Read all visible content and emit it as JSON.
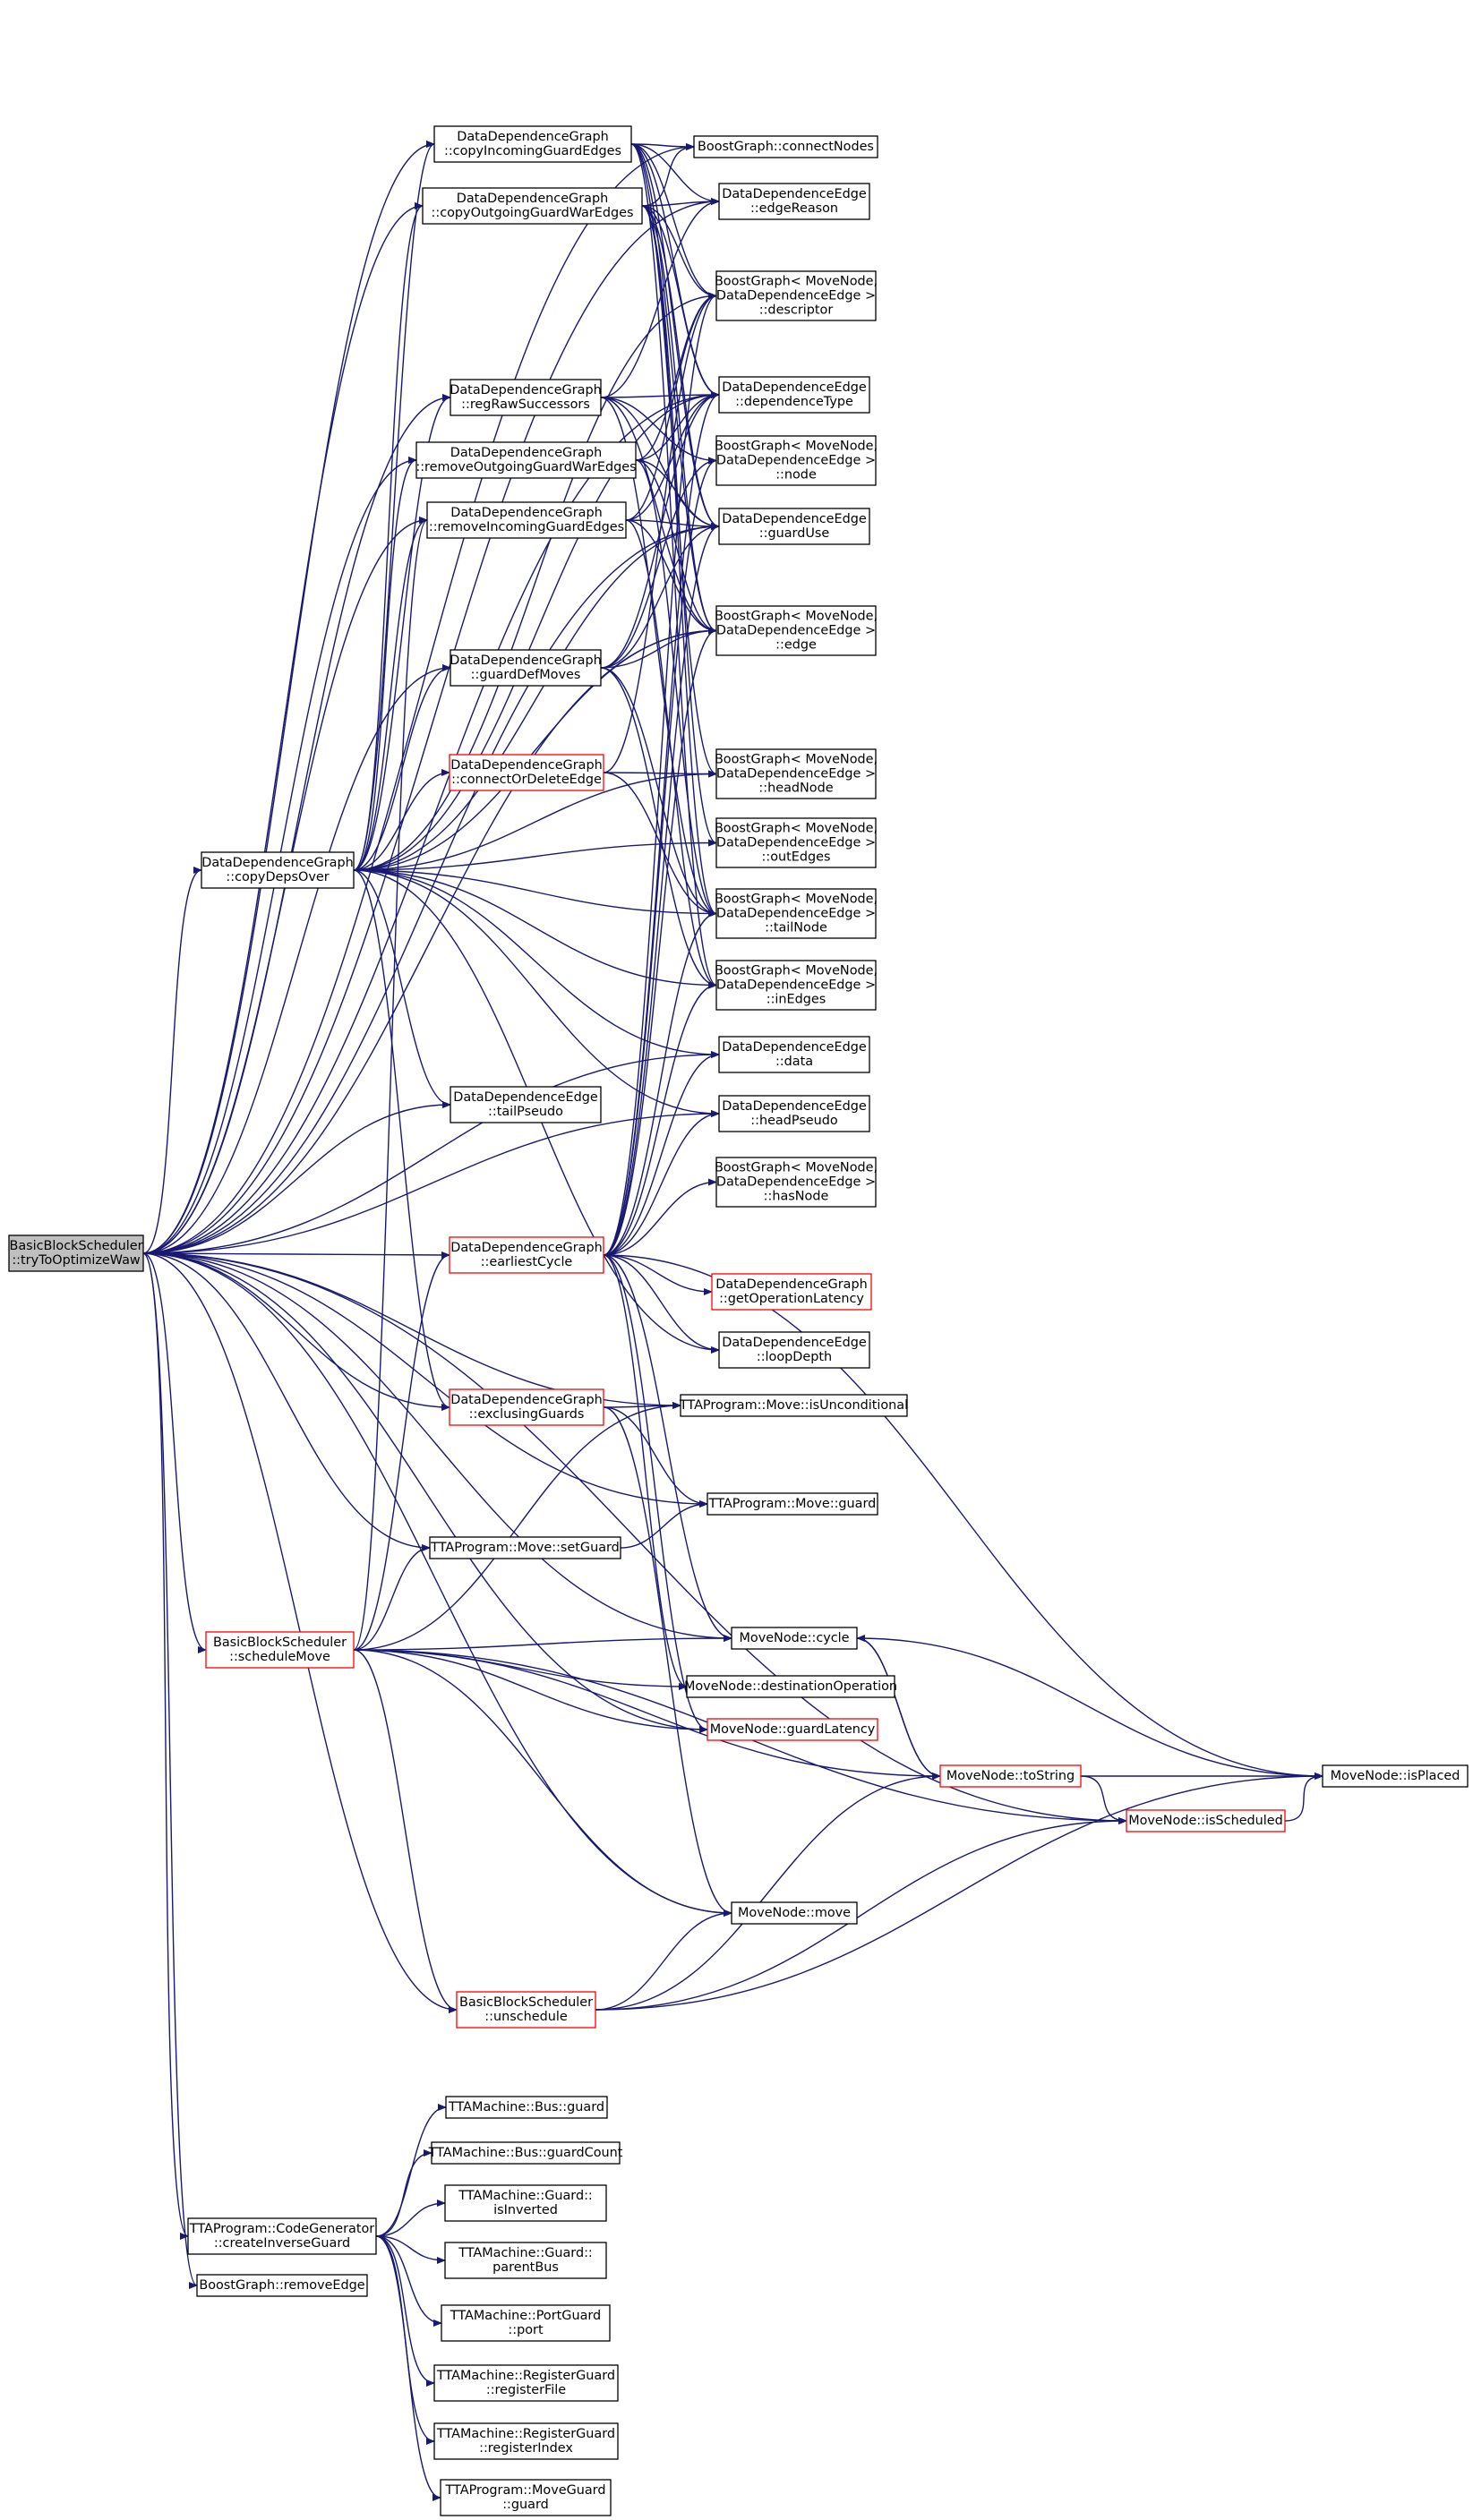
{
  "colors": {
    "edge": "#191970",
    "node_border": "#000000",
    "node_border_truncated": "#ff0000",
    "root_fill": "#bfbfbf",
    "node_fill": "#ffffff"
  },
  "root_node": "root",
  "nodes": [
    {
      "id": "root",
      "lines": [
        "BasicBlockScheduler",
        "::tryToOptimizeWaw"
      ],
      "style": "root"
    },
    {
      "id": "ddg-copyDepsOver",
      "lines": [
        "DataDependenceGraph",
        "::copyDepsOver"
      ],
      "style": "normal"
    },
    {
      "id": "ddg-copyIncomingGuardEdges",
      "lines": [
        "DataDependenceGraph",
        "::copyIncomingGuardEdges"
      ],
      "style": "normal"
    },
    {
      "id": "ddg-copyOutgoingGuardWarEdges",
      "lines": [
        "DataDependenceGraph",
        "::copyOutgoingGuardWarEdges"
      ],
      "style": "normal"
    },
    {
      "id": "ddg-regRawSuccessors",
      "lines": [
        "DataDependenceGraph",
        "::regRawSuccessors"
      ],
      "style": "normal"
    },
    {
      "id": "ddg-removeOutgoingGuardWarEdges",
      "lines": [
        "DataDependenceGraph",
        "::removeOutgoingGuardWarEdges"
      ],
      "style": "normal"
    },
    {
      "id": "ddg-removeIncomingGuardEdges",
      "lines": [
        "DataDependenceGraph",
        "::removeIncomingGuardEdges"
      ],
      "style": "normal"
    },
    {
      "id": "ddg-guardDefMoves",
      "lines": [
        "DataDependenceGraph",
        "::guardDefMoves"
      ],
      "style": "normal"
    },
    {
      "id": "ddg-connectOrDeleteEdge",
      "lines": [
        "DataDependenceGraph",
        "::connectOrDeleteEdge"
      ],
      "style": "truncated"
    },
    {
      "id": "dde-tailPseudo",
      "lines": [
        "DataDependenceEdge",
        "::tailPseudo"
      ],
      "style": "normal"
    },
    {
      "id": "ddg-earliestCycle",
      "lines": [
        "DataDependenceGraph",
        "::earliestCycle"
      ],
      "style": "truncated"
    },
    {
      "id": "ddg-exclusingGuards",
      "lines": [
        "DataDependenceGraph",
        "::exclusingGuards"
      ],
      "style": "truncated"
    },
    {
      "id": "move-setGuard",
      "lines": [
        "TTAProgram::Move::setGuard"
      ],
      "style": "normal"
    },
    {
      "id": "bbs-scheduleMove",
      "lines": [
        "BasicBlockScheduler",
        "::scheduleMove"
      ],
      "style": "truncated"
    },
    {
      "id": "bbs-unschedule",
      "lines": [
        "BasicBlockScheduler",
        "::unschedule"
      ],
      "style": "truncated"
    },
    {
      "id": "cg-createInverseGuard",
      "lines": [
        "TTAProgram::CodeGenerator",
        "::createInverseGuard"
      ],
      "style": "normal"
    },
    {
      "id": "bg-removeEdge",
      "lines": [
        "BoostGraph::removeEdge"
      ],
      "style": "normal"
    },
    {
      "id": "bg-connectNodes",
      "lines": [
        "BoostGraph::connectNodes"
      ],
      "style": "normal"
    },
    {
      "id": "dde-edgeReason",
      "lines": [
        "DataDependenceEdge",
        "::edgeReason"
      ],
      "style": "normal"
    },
    {
      "id": "bg-descriptor",
      "lines": [
        "BoostGraph< MoveNode,",
        "DataDependenceEdge >",
        "::descriptor"
      ],
      "style": "normal"
    },
    {
      "id": "dde-dependenceType",
      "lines": [
        "DataDependenceEdge",
        "::dependenceType"
      ],
      "style": "normal"
    },
    {
      "id": "bg-node",
      "lines": [
        "BoostGraph< MoveNode,",
        "DataDependenceEdge >",
        "::node"
      ],
      "style": "normal"
    },
    {
      "id": "dde-guardUse",
      "lines": [
        "DataDependenceEdge",
        "::guardUse"
      ],
      "style": "normal"
    },
    {
      "id": "bg-edge",
      "lines": [
        "BoostGraph< MoveNode,",
        "DataDependenceEdge >",
        "::edge"
      ],
      "style": "normal"
    },
    {
      "id": "bg-headNode",
      "lines": [
        "BoostGraph< MoveNode,",
        "DataDependenceEdge >",
        "::headNode"
      ],
      "style": "normal"
    },
    {
      "id": "bg-outEdges",
      "lines": [
        "BoostGraph< MoveNode,",
        "DataDependenceEdge >",
        "::outEdges"
      ],
      "style": "normal"
    },
    {
      "id": "bg-tailNode",
      "lines": [
        "BoostGraph< MoveNode,",
        "DataDependenceEdge >",
        "::tailNode"
      ],
      "style": "normal"
    },
    {
      "id": "bg-inEdges",
      "lines": [
        "BoostGraph< MoveNode,",
        "DataDependenceEdge >",
        "::inEdges"
      ],
      "style": "normal"
    },
    {
      "id": "dde-data",
      "lines": [
        "DataDependenceEdge",
        "::data"
      ],
      "style": "normal"
    },
    {
      "id": "dde-headPseudo",
      "lines": [
        "DataDependenceEdge",
        "::headPseudo"
      ],
      "style": "normal"
    },
    {
      "id": "bg-hasNode",
      "lines": [
        "BoostGraph< MoveNode,",
        "DataDependenceEdge >",
        "::hasNode"
      ],
      "style": "normal"
    },
    {
      "id": "ddg-getOperationLatency",
      "lines": [
        "DataDependenceGraph",
        "::getOperationLatency"
      ],
      "style": "truncated"
    },
    {
      "id": "dde-loopDepth",
      "lines": [
        "DataDependenceEdge",
        "::loopDepth"
      ],
      "style": "normal"
    },
    {
      "id": "move-isUnconditional",
      "lines": [
        "TTAProgram::Move::isUnconditional"
      ],
      "style": "normal"
    },
    {
      "id": "move-guard",
      "lines": [
        "TTAProgram::Move::guard"
      ],
      "style": "normal"
    },
    {
      "id": "mn-cycle",
      "lines": [
        "MoveNode::cycle"
      ],
      "style": "normal"
    },
    {
      "id": "mn-destinationOperation",
      "lines": [
        "MoveNode::destinationOperation"
      ],
      "style": "normal"
    },
    {
      "id": "mn-guardLatency",
      "lines": [
        "MoveNode::guardLatency"
      ],
      "style": "truncated"
    },
    {
      "id": "mn-toString",
      "lines": [
        "MoveNode::toString"
      ],
      "style": "truncated"
    },
    {
      "id": "mn-isScheduled",
      "lines": [
        "MoveNode::isScheduled"
      ],
      "style": "truncated"
    },
    {
      "id": "mn-isPlaced",
      "lines": [
        "MoveNode::isPlaced"
      ],
      "style": "normal"
    },
    {
      "id": "mn-move",
      "lines": [
        "MoveNode::move"
      ],
      "style": "normal"
    },
    {
      "id": "bus-guard",
      "lines": [
        "TTAMachine::Bus::guard"
      ],
      "style": "normal"
    },
    {
      "id": "bus-guardCount",
      "lines": [
        "TTAMachine::Bus::guardCount"
      ],
      "style": "normal"
    },
    {
      "id": "guard-isInverted",
      "lines": [
        "TTAMachine::Guard::",
        "isInverted"
      ],
      "style": "normal"
    },
    {
      "id": "guard-parentBus",
      "lines": [
        "TTAMachine::Guard::",
        "parentBus"
      ],
      "style": "normal"
    },
    {
      "id": "pg-port",
      "lines": [
        "TTAMachine::PortGuard",
        "::port"
      ],
      "style": "normal"
    },
    {
      "id": "rg-registerFile",
      "lines": [
        "TTAMachine::RegisterGuard",
        "::registerFile"
      ],
      "style": "normal"
    },
    {
      "id": "rg-registerIndex",
      "lines": [
        "TTAMachine::RegisterGuard",
        "::registerIndex"
      ],
      "style": "normal"
    },
    {
      "id": "mg-guard",
      "lines": [
        "TTAProgram::MoveGuard",
        "::guard"
      ],
      "style": "normal"
    }
  ],
  "edges": [
    [
      "root",
      "bg-connectNodes"
    ],
    [
      "root",
      "ddg-copyIncomingGuardEdges"
    ],
    [
      "root",
      "dde-edgeReason"
    ],
    [
      "root",
      "ddg-copyOutgoingGuardWarEdges"
    ],
    [
      "root",
      "dde-dependenceType"
    ],
    [
      "root",
      "ddg-regRawSuccessors"
    ],
    [
      "root",
      "ddg-removeOutgoingGuardWarEdges"
    ],
    [
      "root",
      "ddg-removeIncomingGuardEdges"
    ],
    [
      "root",
      "dde-guardUse"
    ],
    [
      "root",
      "ddg-guardDefMoves"
    ],
    [
      "root",
      "bg-edge"
    ],
    [
      "root",
      "ddg-copyDepsOver"
    ],
    [
      "root",
      "dde-tailPseudo"
    ],
    [
      "root",
      "dde-data"
    ],
    [
      "root",
      "dde-headPseudo"
    ],
    [
      "root",
      "ddg-earliestCycle"
    ],
    [
      "root",
      "ddg-exclusingGuards"
    ],
    [
      "root",
      "move-isUnconditional"
    ],
    [
      "root",
      "move-guard"
    ],
    [
      "root",
      "move-setGuard"
    ],
    [
      "root",
      "mn-cycle"
    ],
    [
      "root",
      "bbs-scheduleMove"
    ],
    [
      "root",
      "mn-guardLatency"
    ],
    [
      "root",
      "mn-move"
    ],
    [
      "root",
      "bbs-unschedule"
    ],
    [
      "root",
      "mn-isScheduled"
    ],
    [
      "root",
      "cg-createInverseGuard"
    ],
    [
      "root",
      "bg-removeEdge"
    ],
    [
      "ddg-copyIncomingGuardEdges",
      "bg-connectNodes"
    ],
    [
      "ddg-copyIncomingGuardEdges",
      "dde-edgeReason"
    ],
    [
      "ddg-copyIncomingGuardEdges",
      "bg-descriptor"
    ],
    [
      "ddg-copyIncomingGuardEdges",
      "dde-dependenceType"
    ],
    [
      "ddg-copyIncomingGuardEdges",
      "dde-guardUse"
    ],
    [
      "ddg-copyIncomingGuardEdges",
      "bg-edge"
    ],
    [
      "ddg-copyIncomingGuardEdges",
      "bg-headNode"
    ],
    [
      "ddg-copyIncomingGuardEdges",
      "bg-inEdges"
    ],
    [
      "ddg-copyOutgoingGuardWarEdges",
      "bg-connectNodes"
    ],
    [
      "ddg-copyOutgoingGuardWarEdges",
      "dde-edgeReason"
    ],
    [
      "ddg-copyOutgoingGuardWarEdges",
      "bg-descriptor"
    ],
    [
      "ddg-copyOutgoingGuardWarEdges",
      "dde-dependenceType"
    ],
    [
      "ddg-copyOutgoingGuardWarEdges",
      "dde-guardUse"
    ],
    [
      "ddg-copyOutgoingGuardWarEdges",
      "bg-edge"
    ],
    [
      "ddg-copyOutgoingGuardWarEdges",
      "bg-outEdges"
    ],
    [
      "ddg-copyOutgoingGuardWarEdges",
      "bg-tailNode"
    ],
    [
      "ddg-regRawSuccessors",
      "dde-edgeReason"
    ],
    [
      "ddg-regRawSuccessors",
      "dde-dependenceType"
    ],
    [
      "ddg-regRawSuccessors",
      "bg-node"
    ],
    [
      "ddg-regRawSuccessors",
      "dde-guardUse"
    ],
    [
      "ddg-regRawSuccessors",
      "bg-edge"
    ],
    [
      "ddg-regRawSuccessors",
      "bg-tailNode"
    ],
    [
      "ddg-removeOutgoingGuardWarEdges",
      "bg-descriptor"
    ],
    [
      "ddg-removeOutgoingGuardWarEdges",
      "dde-dependenceType"
    ],
    [
      "ddg-removeOutgoingGuardWarEdges",
      "dde-guardUse"
    ],
    [
      "ddg-removeOutgoingGuardWarEdges",
      "bg-edge"
    ],
    [
      "ddg-removeOutgoingGuardWarEdges",
      "bg-tailNode"
    ],
    [
      "ddg-removeIncomingGuardEdges",
      "bg-descriptor"
    ],
    [
      "ddg-removeIncomingGuardEdges",
      "dde-dependenceType"
    ],
    [
      "ddg-removeIncomingGuardEdges",
      "dde-guardUse"
    ],
    [
      "ddg-removeIncomingGuardEdges",
      "bg-edge"
    ],
    [
      "ddg-removeIncomingGuardEdges",
      "bg-inEdges"
    ],
    [
      "ddg-guardDefMoves",
      "dde-dependenceType"
    ],
    [
      "ddg-guardDefMoves",
      "bg-node"
    ],
    [
      "ddg-guardDefMoves",
      "dde-guardUse"
    ],
    [
      "ddg-guardDefMoves",
      "bg-edge"
    ],
    [
      "ddg-guardDefMoves",
      "bg-tailNode"
    ],
    [
      "ddg-guardDefMoves",
      "bg-inEdges"
    ],
    [
      "ddg-connectOrDeleteEdge",
      "bg-headNode"
    ],
    [
      "ddg-connectOrDeleteEdge",
      "bg-tailNode"
    ],
    [
      "ddg-connectOrDeleteEdge",
      "bg-descriptor"
    ],
    [
      "ddg-copyDepsOver",
      "ddg-copyIncomingGuardEdges"
    ],
    [
      "ddg-copyDepsOver",
      "ddg-copyOutgoingGuardWarEdges"
    ],
    [
      "ddg-copyDepsOver",
      "bg-descriptor"
    ],
    [
      "ddg-copyDepsOver",
      "dde-dependenceType"
    ],
    [
      "ddg-copyDepsOver",
      "ddg-regRawSuccessors"
    ],
    [
      "ddg-copyDepsOver",
      "ddg-removeOutgoingGuardWarEdges"
    ],
    [
      "ddg-copyDepsOver",
      "ddg-removeIncomingGuardEdges"
    ],
    [
      "ddg-copyDepsOver",
      "dde-guardUse"
    ],
    [
      "ddg-copyDepsOver",
      "ddg-guardDefMoves"
    ],
    [
      "ddg-copyDepsOver",
      "bg-edge"
    ],
    [
      "ddg-copyDepsOver",
      "ddg-connectOrDeleteEdge"
    ],
    [
      "ddg-copyDepsOver",
      "bg-headNode"
    ],
    [
      "ddg-copyDepsOver",
      "bg-outEdges"
    ],
    [
      "ddg-copyDepsOver",
      "bg-tailNode"
    ],
    [
      "ddg-copyDepsOver",
      "bg-inEdges"
    ],
    [
      "ddg-copyDepsOver",
      "dde-data"
    ],
    [
      "ddg-copyDepsOver",
      "dde-tailPseudo"
    ],
    [
      "ddg-copyDepsOver",
      "dde-headPseudo"
    ],
    [
      "ddg-copyDepsOver",
      "dde-loopDepth"
    ],
    [
      "ddg-copyDepsOver",
      "ddg-exclusingGuards"
    ],
    [
      "ddg-earliestCycle",
      "bg-descriptor"
    ],
    [
      "ddg-earliestCycle",
      "dde-dependenceType"
    ],
    [
      "ddg-earliestCycle",
      "bg-node"
    ],
    [
      "ddg-earliestCycle",
      "dde-guardUse"
    ],
    [
      "ddg-earliestCycle",
      "bg-edge"
    ],
    [
      "ddg-earliestCycle",
      "bg-tailNode"
    ],
    [
      "ddg-earliestCycle",
      "bg-inEdges"
    ],
    [
      "ddg-earliestCycle",
      "dde-data"
    ],
    [
      "ddg-earliestCycle",
      "dde-headPseudo"
    ],
    [
      "ddg-earliestCycle",
      "bg-hasNode"
    ],
    [
      "ddg-earliestCycle",
      "ddg-getOperationLatency"
    ],
    [
      "ddg-earliestCycle",
      "dde-loopDepth"
    ],
    [
      "ddg-earliestCycle",
      "mn-cycle"
    ],
    [
      "ddg-earliestCycle",
      "mn-destinationOperation"
    ],
    [
      "ddg-earliestCycle",
      "mn-guardLatency"
    ],
    [
      "ddg-earliestCycle",
      "mn-isPlaced"
    ],
    [
      "ddg-exclusingGuards",
      "move-isUnconditional"
    ],
    [
      "ddg-exclusingGuards",
      "move-guard"
    ],
    [
      "ddg-exclusingGuards",
      "mn-move"
    ],
    [
      "move-setGuard",
      "move-guard"
    ],
    [
      "bbs-scheduleMove",
      "ddg-removeIncomingGuardEdges"
    ],
    [
      "bbs-scheduleMove",
      "ddg-earliestCycle"
    ],
    [
      "bbs-scheduleMove",
      "move-isUnconditional"
    ],
    [
      "bbs-scheduleMove",
      "move-setGuard"
    ],
    [
      "bbs-scheduleMove",
      "mn-cycle"
    ],
    [
      "bbs-scheduleMove",
      "mn-destinationOperation"
    ],
    [
      "bbs-scheduleMove",
      "mn-guardLatency"
    ],
    [
      "bbs-scheduleMove",
      "mn-toString"
    ],
    [
      "bbs-scheduleMove",
      "mn-isScheduled"
    ],
    [
      "bbs-scheduleMove",
      "mn-move"
    ],
    [
      "bbs-scheduleMove",
      "bbs-unschedule"
    ],
    [
      "mn-cycle",
      "mn-toString"
    ],
    [
      "mn-cycle",
      "mn-isPlaced"
    ],
    [
      "mn-toString",
      "mn-cycle"
    ],
    [
      "mn-toString",
      "mn-isPlaced"
    ],
    [
      "mn-toString",
      "mn-isScheduled"
    ],
    [
      "mn-isScheduled",
      "mn-isPlaced"
    ],
    [
      "bbs-unschedule",
      "mn-move"
    ],
    [
      "bbs-unschedule",
      "mn-toString"
    ],
    [
      "bbs-unschedule",
      "mn-isScheduled"
    ],
    [
      "bbs-unschedule",
      "mn-isPlaced"
    ],
    [
      "cg-createInverseGuard",
      "bus-guard"
    ],
    [
      "cg-createInverseGuard",
      "bus-guardCount"
    ],
    [
      "cg-createInverseGuard",
      "guard-isInverted"
    ],
    [
      "cg-createInverseGuard",
      "guard-parentBus"
    ],
    [
      "cg-createInverseGuard",
      "pg-port"
    ],
    [
      "cg-createInverseGuard",
      "rg-registerFile"
    ],
    [
      "cg-createInverseGuard",
      "rg-registerIndex"
    ],
    [
      "cg-createInverseGuard",
      "mg-guard"
    ]
  ]
}
